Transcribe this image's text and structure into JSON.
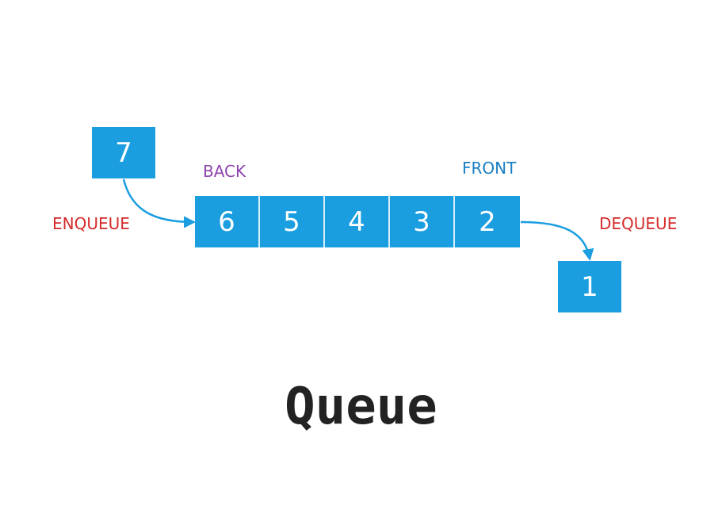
{
  "title": "Queue",
  "labels": {
    "enqueue": "ENQUEUE",
    "dequeue": "DEQUEUE",
    "back": "BACK",
    "front": "FRONT"
  },
  "incoming_item": "7",
  "queue_items": [
    "6",
    "5",
    "4",
    "3",
    "2"
  ],
  "dequeued_item": "1",
  "colors": {
    "box": "#1a9ee0",
    "arrow": "#1a9ee0",
    "enqueue_dequeue_label": "#d62b2b",
    "back_label": "#8e44ad",
    "front_label": "#1a7fc4",
    "title": "#222222"
  }
}
